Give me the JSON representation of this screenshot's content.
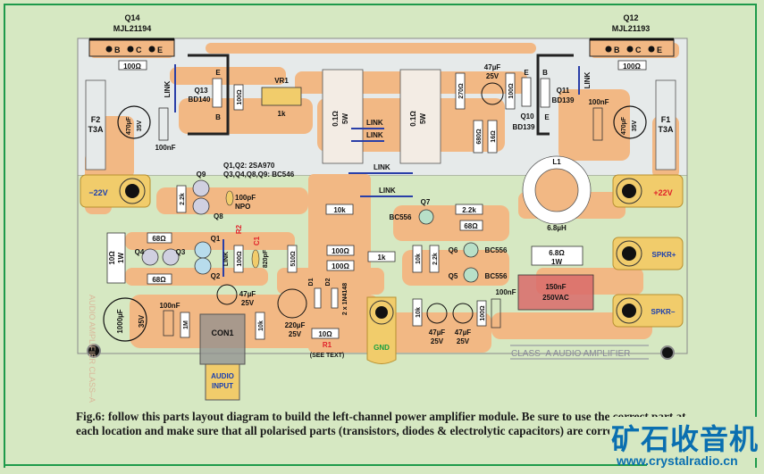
{
  "board": {
    "title": "CLASS–A AUDIO AMPLIFIER",
    "mirror_text": "AUDIO AMPLIFIER CLASS–A",
    "colors": {
      "background": "#d6e8c2",
      "frame": "#1e9a4a",
      "pcb": "#e6eaea",
      "copper": "#f2b884",
      "pad_gold": "#f1cc6b",
      "link": "#2a3fa8",
      "red": "#e0202a",
      "blue": "#1a3fb0",
      "green": "#18a040"
    }
  },
  "terminals": {
    "neg": "−22V",
    "pos": "+22V",
    "spkr_pos": "SPKR+",
    "spkr_neg": "SPKR−",
    "gnd": "GND",
    "audio_input": [
      "AUDIO",
      "INPUT"
    ]
  },
  "transistors": {
    "q14": {
      "name": "Q14",
      "type": "MJL21194",
      "pins": [
        "B",
        "C",
        "E"
      ]
    },
    "q12": {
      "name": "Q12",
      "type": "MJL21193",
      "pins": [
        "B",
        "C",
        "E"
      ]
    },
    "q13": {
      "name": "Q13",
      "type": "BD140",
      "pin_top": "E",
      "pin_bottom": "B"
    },
    "q11": {
      "name": "Q11",
      "type": "BD139",
      "pin_top": "B",
      "pin_bottom": "E"
    },
    "q10": {
      "name": "Q10",
      "type": "BD139",
      "pin_top": "E"
    },
    "q9": "Q9",
    "q8": "Q8",
    "q7": "Q7",
    "q1": "Q1",
    "q2": "Q2",
    "q3": "Q3",
    "q4": "Q4",
    "q5": "Q5",
    "q6": "Q6",
    "bc556": "BC556",
    "note1": "Q1,Q2: 2SA970",
    "note2": "Q3,Q4,Q8,Q9: BC546"
  },
  "components": {
    "r100": "100Ω",
    "vr1": "VR1",
    "vr1_val": "1k",
    "r01": "0.1Ω",
    "r5w": "5W",
    "link": "LINK",
    "f1": "F1",
    "f2": "F2",
    "t3a": "T3A",
    "c470": "470µF",
    "v35": "35V",
    "c100n": "100nF",
    "c47": "47µF",
    "v25": "25V",
    "r270": "270Ω",
    "r680": "680Ω",
    "r16": "16Ω",
    "l1": "L1",
    "l1_val": "6.8µH",
    "r22k": "2.2k",
    "r68": "68Ω",
    "c100p": "100pF",
    "npo": "NPO",
    "r10k": "10k",
    "r1k": "1k",
    "r10_1w": "10Ω",
    "w1": "1W",
    "r2": "R2",
    "c1": "C1",
    "c820": "820pF",
    "r510": "510Ω",
    "d1": "D1",
    "d2": "D2",
    "diodes": "2 x 1N4148",
    "c220": "220µF",
    "r10": "10Ω",
    "r1": "R1",
    "see_text": "(SEE TEXT)",
    "c1000": "1000µF",
    "r1m": "1M",
    "con1": "CON1",
    "r68_1w": "6.8Ω",
    "c150": "150nF",
    "c150v": "250VAC"
  },
  "caption": "Fig.6: follow this parts layout diagram to build the left-channel power amplifier module. Be sure to use the correct part at each location and make sure that all polarised parts (transistors, diodes & electrolytic capacitors) are correctly installed.",
  "watermark": {
    "text": "矿石收音机",
    "url": "www.crystalradio.cn"
  }
}
